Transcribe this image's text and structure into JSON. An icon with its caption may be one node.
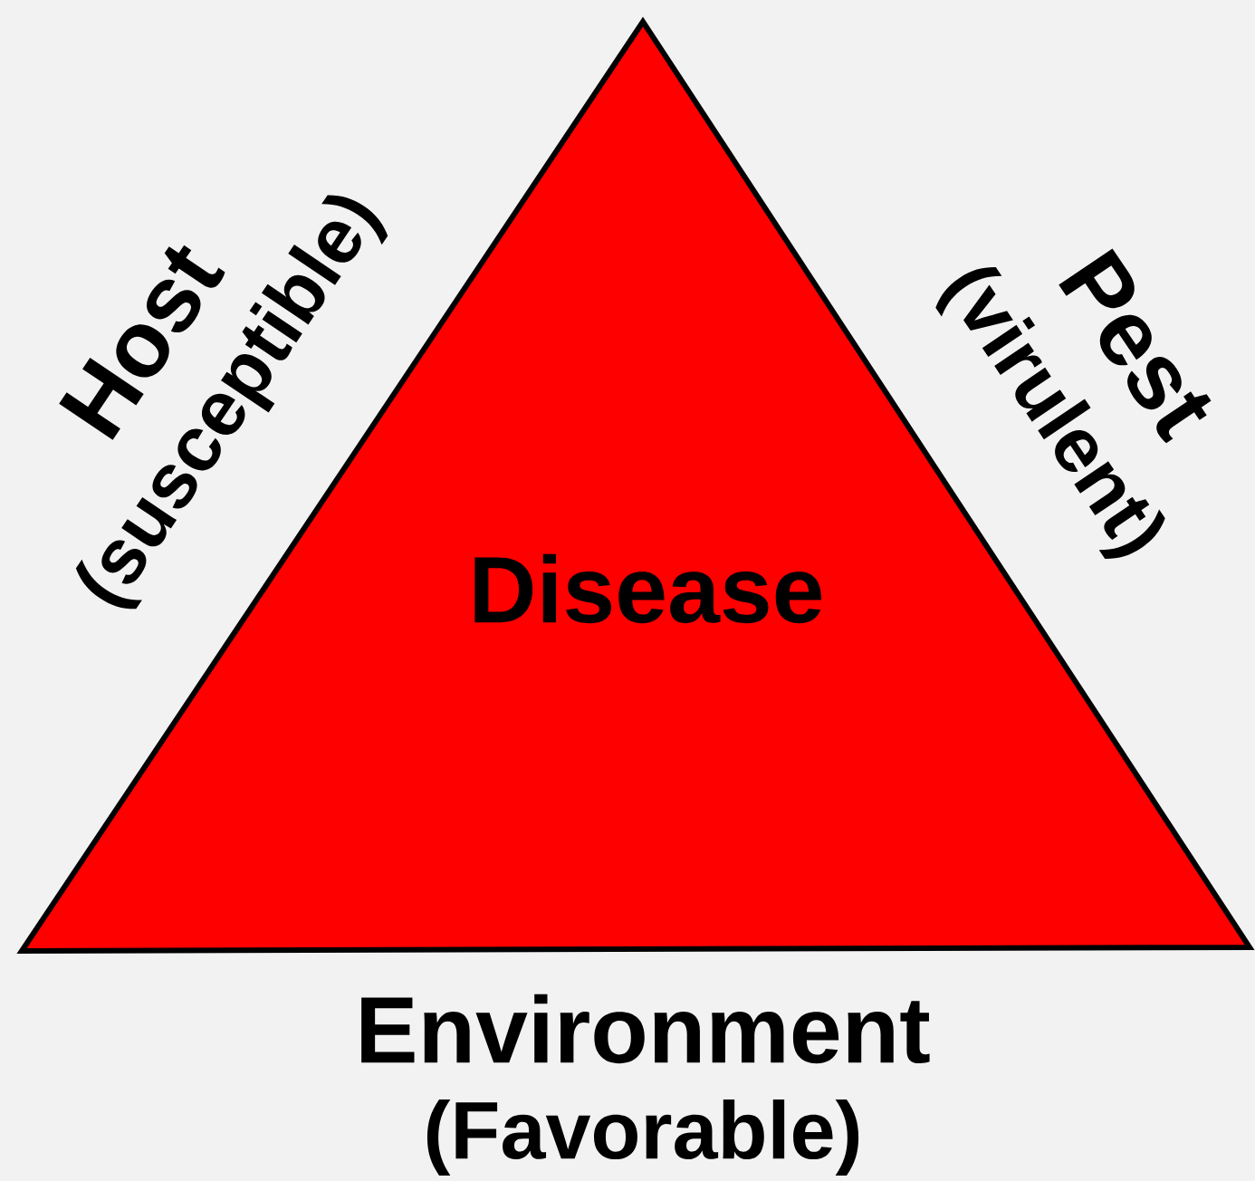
{
  "diagram": {
    "nodes": [
      {
        "text": [
          "Disease"
        ]
      }
    ],
    "labels": [
      "Host",
      "(susceptible)",
      "Pest",
      "(virulent)",
      "Environment",
      "(Favorable)"
    ]
  }
}
